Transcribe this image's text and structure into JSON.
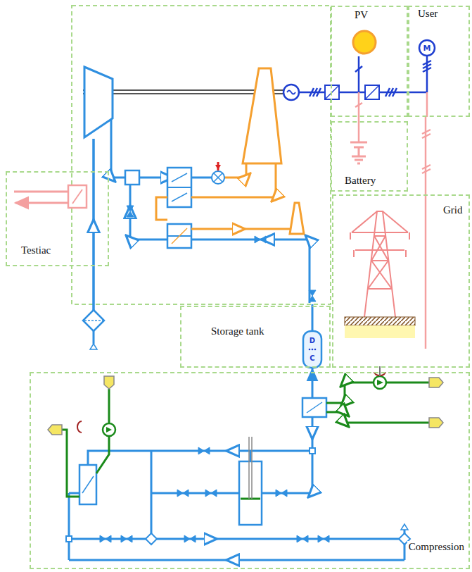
{
  "diagram": {
    "nodes": [
      {
        "text": [
          "PV"
        ]
      },
      {
        "text": [
          "User"
        ]
      },
      {
        "text": [
          "Battery"
        ]
      },
      {
        "text": [
          "Testiac"
        ]
      },
      {
        "text": [
          "Grid"
        ]
      },
      {
        "text": [
          "Storage tank"
        ]
      },
      {
        "text": [
          "Compression"
        ]
      }
    ],
    "edges": [
      {
        "from": 0,
        "to": 2,
        "arrow": "none"
      },
      {
        "from": 4,
        "to": 1,
        "arrow": "none"
      },
      {
        "from": 6,
        "to": 5,
        "arrow": "to"
      }
    ],
    "labels": [
      "M",
      "D",
      "C"
    ]
  }
}
